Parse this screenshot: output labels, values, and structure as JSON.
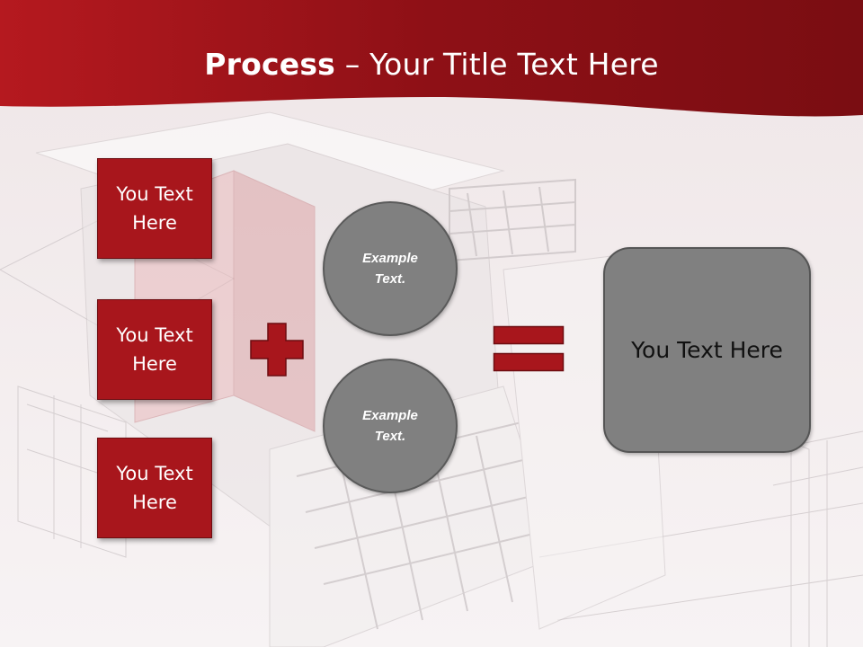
{
  "slide": {
    "title_bold": "Process",
    "title_rest": " – Your Title Text Here",
    "left_boxes": [
      {
        "label": "You Text Here"
      },
      {
        "label": "You Text Here"
      },
      {
        "label": "You Text Here"
      }
    ],
    "circles": [
      {
        "label": "Example Text."
      },
      {
        "label": "Example Text."
      }
    ],
    "result": {
      "label": "You Text Here"
    },
    "colors": {
      "banner": "#8e1016",
      "box_fill": "#a8161c",
      "circle_fill": "#808080",
      "operator": "#a8161c"
    },
    "icons": {
      "plus": "plus-icon",
      "equals": "equals-icon"
    }
  }
}
